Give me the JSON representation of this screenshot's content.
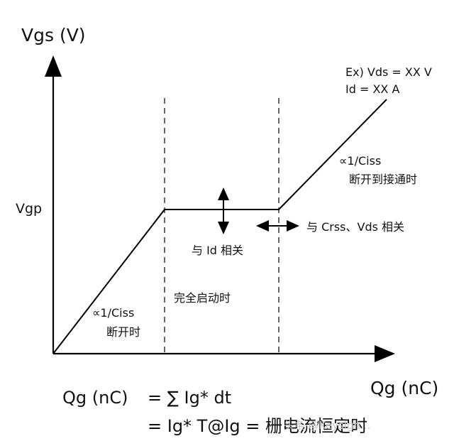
{
  "axes": {
    "y_label": "Vgs (V)",
    "x_label": "Qg (nC)",
    "plateau_label": "Vgp"
  },
  "conditions": {
    "line1": "Ex) Vds = XX V",
    "line2": "Id = XX A"
  },
  "annotations": {
    "slope_start_line1": "∝1/Ciss",
    "slope_start_line2": "断开时",
    "slope_end_line1": "∝1/Ciss",
    "slope_end_line2": "断开到接通时",
    "vertical_arrow": "与 Id 相关",
    "horizontal_arrow": "与 Crss、Vds 相关",
    "middle_region": "完全启动时"
  },
  "formula": {
    "lhs": "Qg (nC)",
    "line1": "= ∑ Ig* dt",
    "line2": "= Ig* T@Ig = 栅电流恒定时"
  },
  "watermark": "头条 @Keysigh..."
}
